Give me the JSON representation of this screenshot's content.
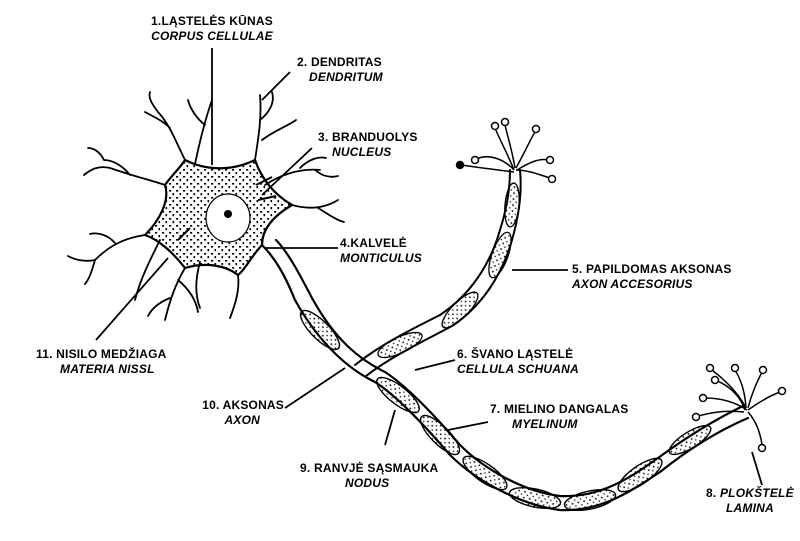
{
  "labels": [
    {
      "id": "corpus",
      "num": "1.",
      "lt": "LĄSTELĖS KŪNAS",
      "la": "CORPUS CELLULAE"
    },
    {
      "id": "dendritum",
      "num": "2.",
      "lt": "DENDRITAS",
      "la": "DENDRITUM"
    },
    {
      "id": "nucleus",
      "num": "3.",
      "lt": "BRANDUOLYS",
      "la": "NUCLEUS"
    },
    {
      "id": "monticulus",
      "num": "4.",
      "lt": "KALVELĖ",
      "la": "MONTICULUS"
    },
    {
      "id": "accesorius",
      "num": "5.",
      "lt": "PAPILDOMAS AKSONAS",
      "la": "AXON ACCESORIUS"
    },
    {
      "id": "schuana",
      "num": "6.",
      "lt": "ŠVANO LĄSTELĖ",
      "la": "CELLULA SCHUANA"
    },
    {
      "id": "myelinum",
      "num": "7.",
      "lt": "MIELINO DANGALAS",
      "la": "MYELINUM"
    },
    {
      "id": "lamina",
      "num": "8.",
      "lt": "PLOKŠTELĖ",
      "la": "LAMINA"
    },
    {
      "id": "nodus",
      "num": "9.",
      "lt": "RANVJĖ SĄSMAUKA",
      "la": "NODUS"
    },
    {
      "id": "axon",
      "num": "10.",
      "lt": "AKSONAS",
      "la": "AXON"
    },
    {
      "id": "nissl",
      "num": "11.",
      "lt": "NISILO MEDŽIAGA",
      "la": "MATERIA NISSL"
    }
  ],
  "colors": {
    "ink": "#000000",
    "paper": "#ffffff"
  }
}
